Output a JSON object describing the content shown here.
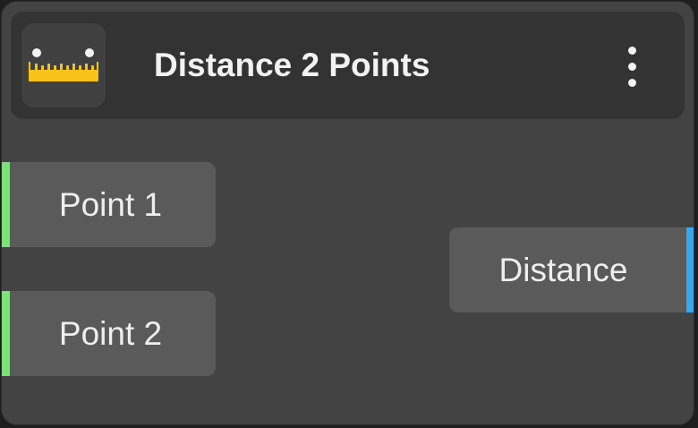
{
  "node": {
    "title": "Distance 2 Points",
    "icon": "ruler-icon",
    "menu_icon": "more-vertical-icon",
    "colors": {
      "background": "#434343",
      "header": "#333333",
      "port": "#5a5a5a",
      "ruler": "#f7c21a",
      "input_socket": "#7ee07a",
      "output_socket": "#3aa6f0"
    }
  },
  "inputs": [
    {
      "label": "Point 1"
    },
    {
      "label": "Point 2"
    }
  ],
  "outputs": [
    {
      "label": "Distance"
    }
  ]
}
